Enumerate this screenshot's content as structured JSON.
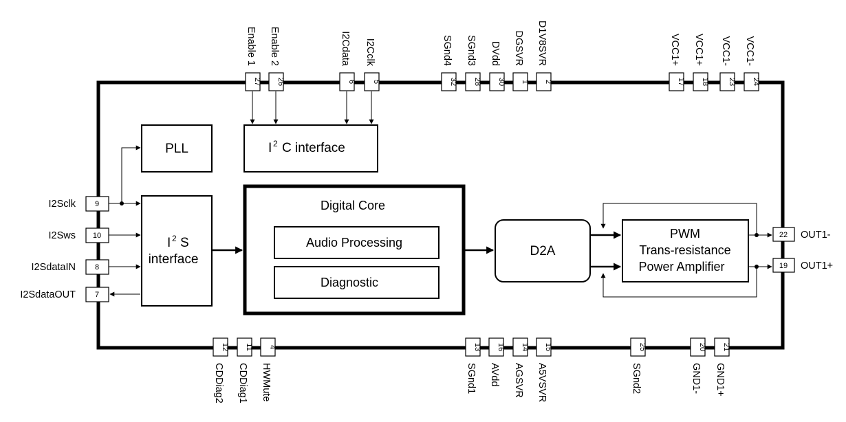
{
  "blocks": {
    "pll": "PLL",
    "i2c_sup": "2",
    "i2c_label": "C interface",
    "i2s_line1_sup": "2",
    "i2s_line1": "S",
    "i2s_line2": "interface",
    "digital_core": "Digital Core",
    "audio_processing": "Audio Processing",
    "diagnostic": "Diagnostic",
    "d2a": "D2A",
    "pwm_line1": "PWM",
    "pwm_line2": "Trans-resistance",
    "pwm_line3": "Power Amplifier",
    "letter_i": "I"
  },
  "pins": {
    "top": [
      {
        "num": "27",
        "label": "Enable 1"
      },
      {
        "num": "26",
        "label": "Enable 2"
      },
      {
        "num": "6",
        "label": "I2Cdata"
      },
      {
        "num": "5",
        "label": "I2Cclk"
      },
      {
        "num": "32",
        "label": "SGnd4"
      },
      {
        "num": "28",
        "label": "SGnd3"
      },
      {
        "num": "30",
        "label": "DVdd"
      },
      {
        "num": "1",
        "label": "DGSVR"
      },
      {
        "num": "2",
        "label": "D1V8SVR"
      },
      {
        "num": "17",
        "label": "VCC1+"
      },
      {
        "num": "18",
        "label": "VCC1+"
      },
      {
        "num": "23",
        "label": "VCC1-"
      },
      {
        "num": "24",
        "label": "VCC1-"
      }
    ],
    "bottom": [
      {
        "num": "12",
        "label": "CDDiag2"
      },
      {
        "num": "11",
        "label": "CDDiag1"
      },
      {
        "num": "4",
        "label": "HWMute"
      },
      {
        "num": "13",
        "label": "SGnd1"
      },
      {
        "num": "16",
        "label": "AVdd"
      },
      {
        "num": "14",
        "label": "AGSVR"
      },
      {
        "num": "15",
        "label": "A5VSVR"
      },
      {
        "num": "25",
        "label": "SGnd2"
      },
      {
        "num": "20",
        "label": "GND1-"
      },
      {
        "num": "21",
        "label": "GND1+"
      }
    ],
    "left": [
      {
        "num": "9",
        "label": "I2Sclk"
      },
      {
        "num": "10",
        "label": "I2Sws"
      },
      {
        "num": "8",
        "label": "I2SdataIN"
      },
      {
        "num": "7",
        "label": "I2SdataOUT"
      }
    ],
    "right": [
      {
        "num": "22",
        "label": "OUT1-"
      },
      {
        "num": "19",
        "label": "OUT1+"
      }
    ]
  }
}
